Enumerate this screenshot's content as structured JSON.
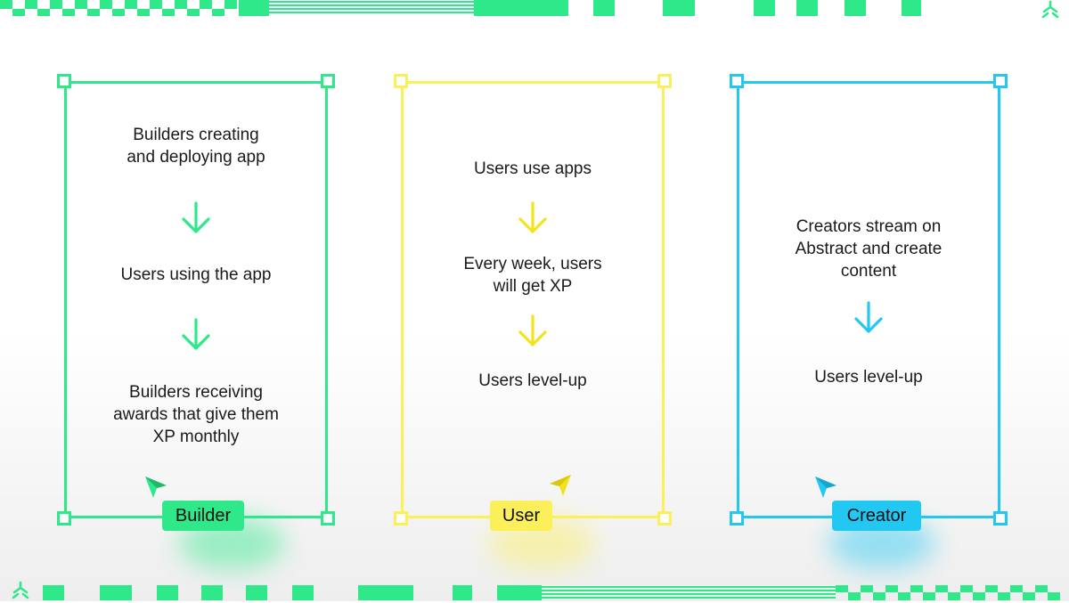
{
  "colors": {
    "builder": "#2EE88A",
    "user": "#FBEF5A",
    "creator": "#22C8F2",
    "text": "#1a1a1a",
    "deco": "#2EE88A"
  },
  "builder": {
    "label": "Builder",
    "step1": "Builders creating\nand deploying app",
    "step2": "Users using the app",
    "step3": "Builders receiving\nawards that give them\nXP monthly"
  },
  "user": {
    "label": "User",
    "step1": "Users use apps",
    "step2": "Every week, users\nwill get XP",
    "step3": "Users level-up"
  },
  "creator": {
    "label": "Creator",
    "step1": "Creators stream on\nAbstract and create\ncontent",
    "step2": "Users level-up"
  },
  "icons": {
    "arrow": "arrow-down-icon",
    "cursor": "pointer-cursor-icon",
    "logo": "abstract-logo-icon"
  }
}
